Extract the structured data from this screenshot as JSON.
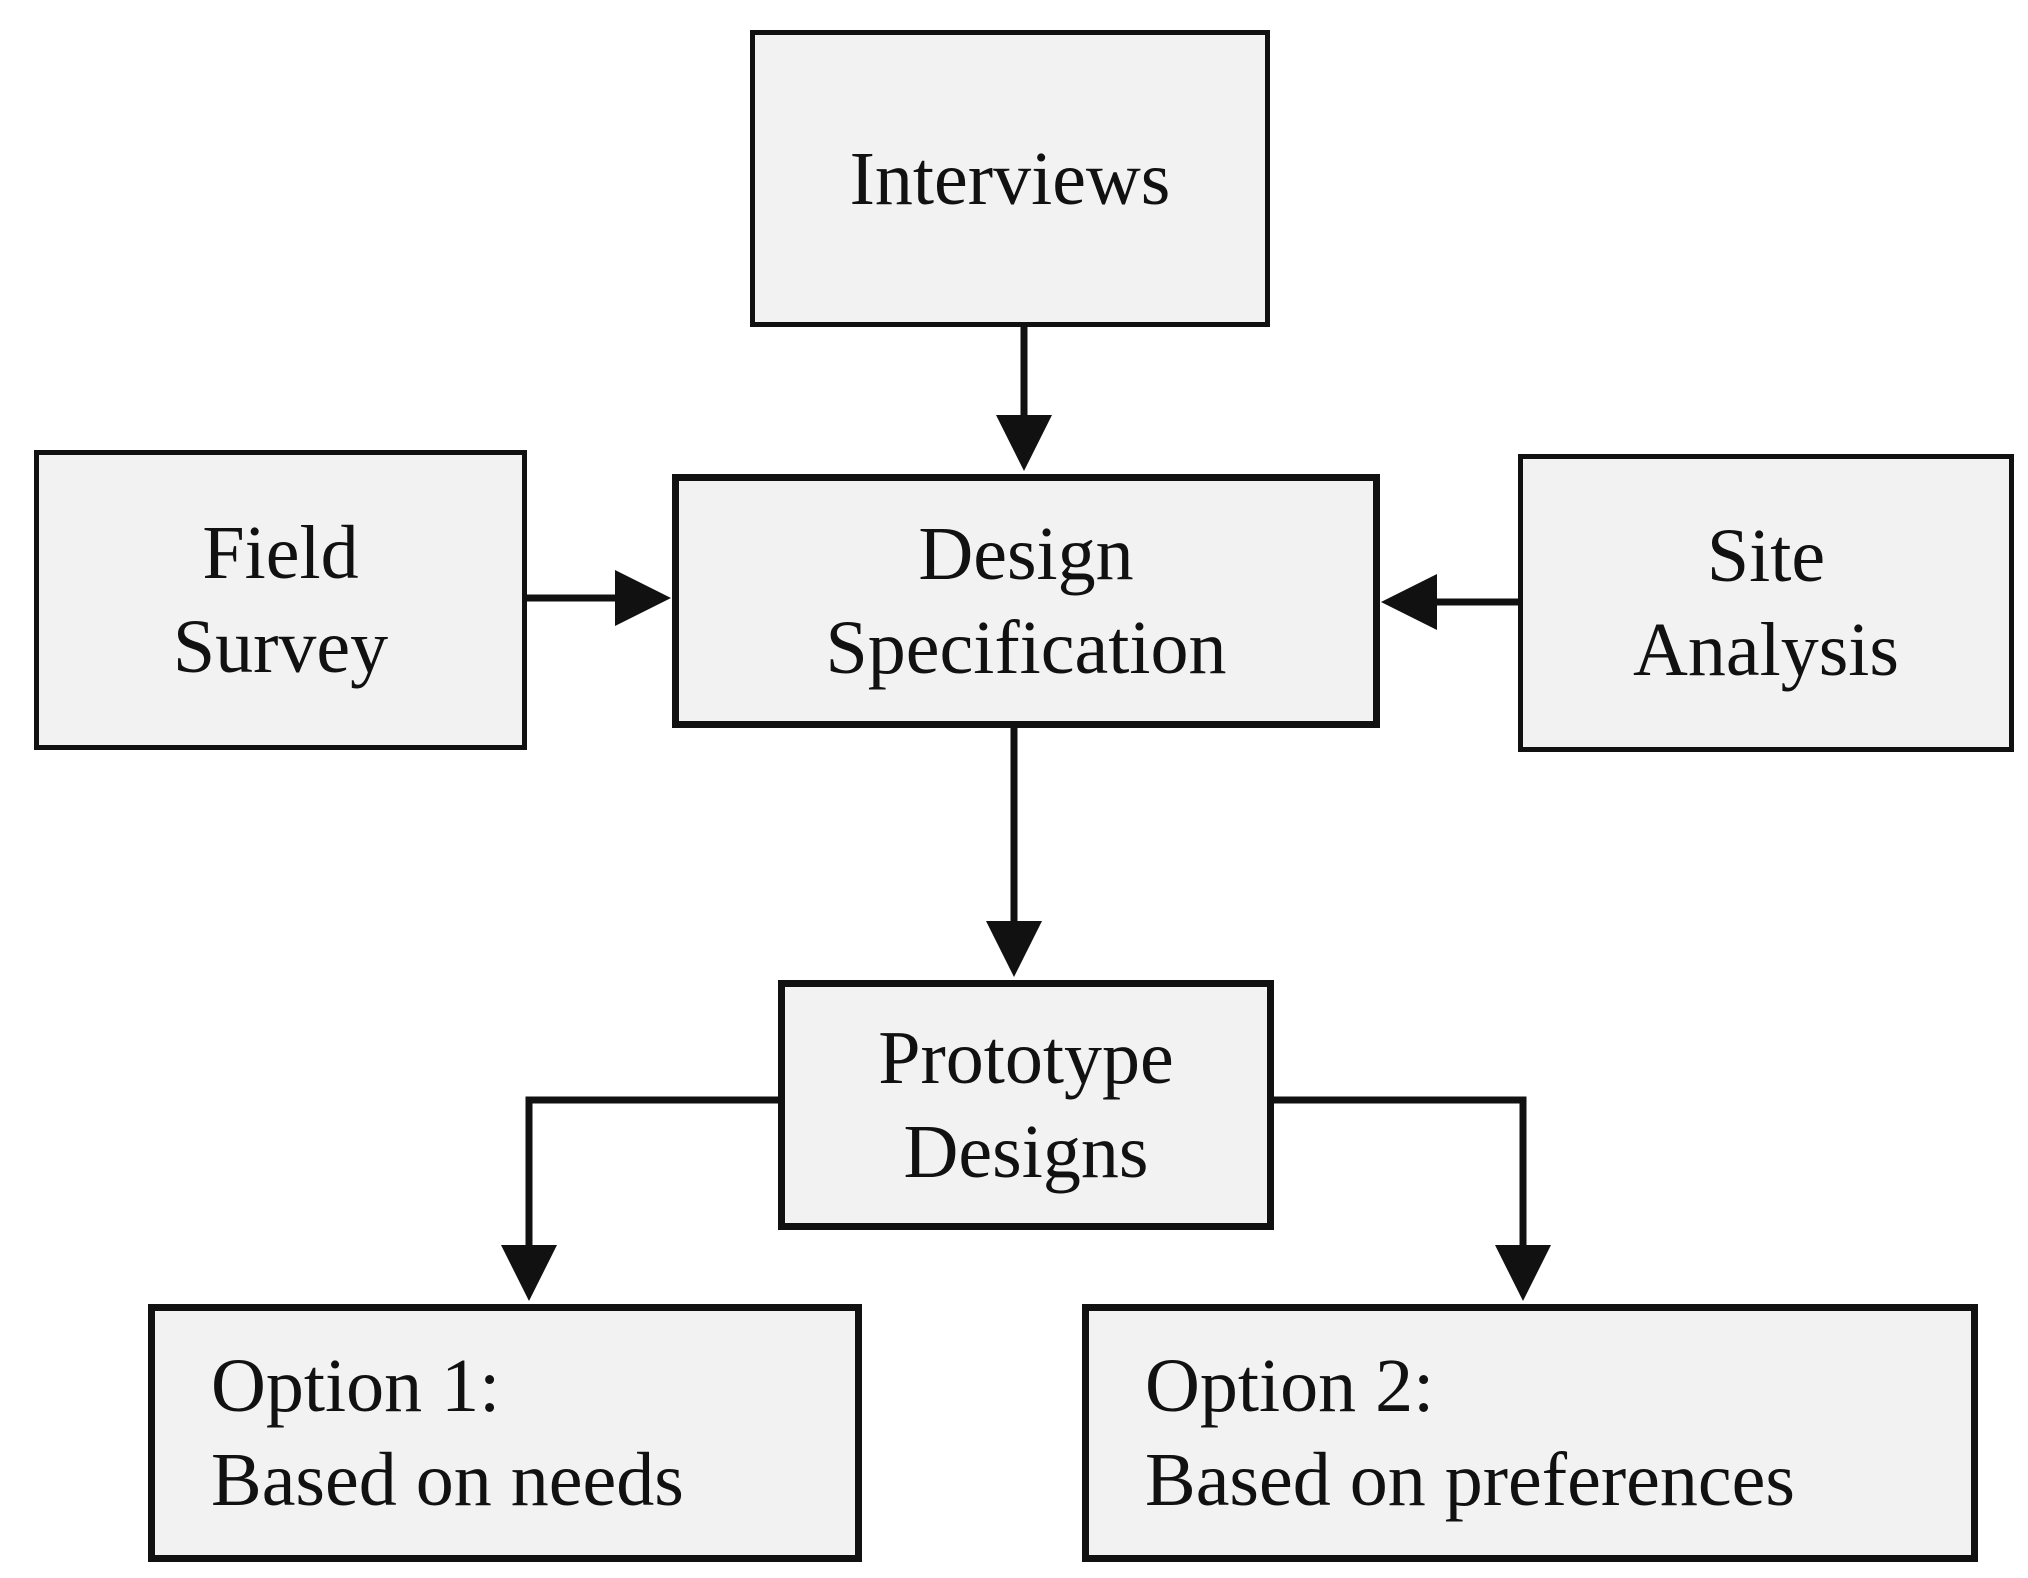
{
  "nodes": {
    "interviews": {
      "lines": [
        "Interviews"
      ]
    },
    "field_survey": {
      "lines": [
        "Field",
        "Survey"
      ]
    },
    "design_specification": {
      "lines": [
        "Design",
        "Specification"
      ]
    },
    "site_analysis": {
      "lines": [
        "Site",
        "Analysis"
      ]
    },
    "prototype_designs": {
      "lines": [
        "Prototype",
        "Designs"
      ]
    },
    "option1": {
      "lines": [
        "Option 1:",
        "Based on needs"
      ]
    },
    "option2": {
      "lines": [
        "Option 2:",
        "Based on preferences"
      ]
    }
  },
  "edges": [
    {
      "from": "Interviews",
      "to": "Design Specification"
    },
    {
      "from": "Field Survey",
      "to": "Design Specification"
    },
    {
      "from": "Site Analysis",
      "to": "Design Specification"
    },
    {
      "from": "Design Specification",
      "to": "Prototype Designs"
    },
    {
      "from": "Prototype Designs",
      "to": "Option 1: Based on needs"
    },
    {
      "from": "Prototype Designs",
      "to": "Option 2: Based on preferences"
    }
  ],
  "colors": {
    "box_fill": "#f2f2f2",
    "stroke": "#111111",
    "background": "#ffffff"
  }
}
